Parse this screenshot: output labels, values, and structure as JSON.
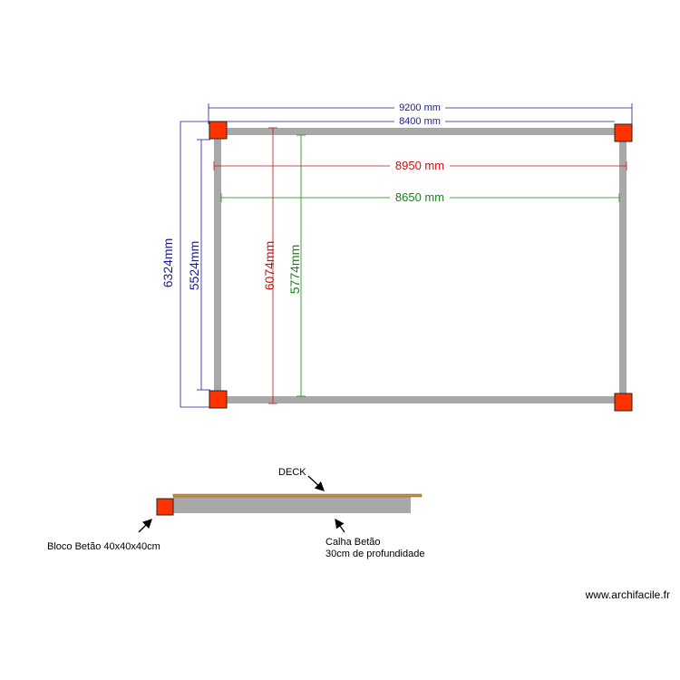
{
  "colors": {
    "beam": "#a8a8a8",
    "block_fill": "#ff3300",
    "block_stroke": "#222222",
    "dim_blue": "#1a1a99",
    "dim_red": "#cc1111",
    "dim_green": "#118811",
    "deck": "#cc8a33",
    "text": "#000000"
  },
  "plan": {
    "dim_overall_width": "9200 mm",
    "dim_inner_width": "8400 mm",
    "dim_red_width": "8950 mm",
    "dim_green_width": "8650 mm",
    "dim_overall_height": "6324mm",
    "dim_inner_height": "5524mm",
    "dim_red_height": "6074mm",
    "dim_green_height": "5774mm"
  },
  "legend": {
    "deck_label": "DECK",
    "block_label": "Bloco Betão 40x40x40cm",
    "gutter_label_line1": "Calha Betão",
    "gutter_label_line2": "30cm de profundidade"
  },
  "watermark": "www.archifacile.fr"
}
